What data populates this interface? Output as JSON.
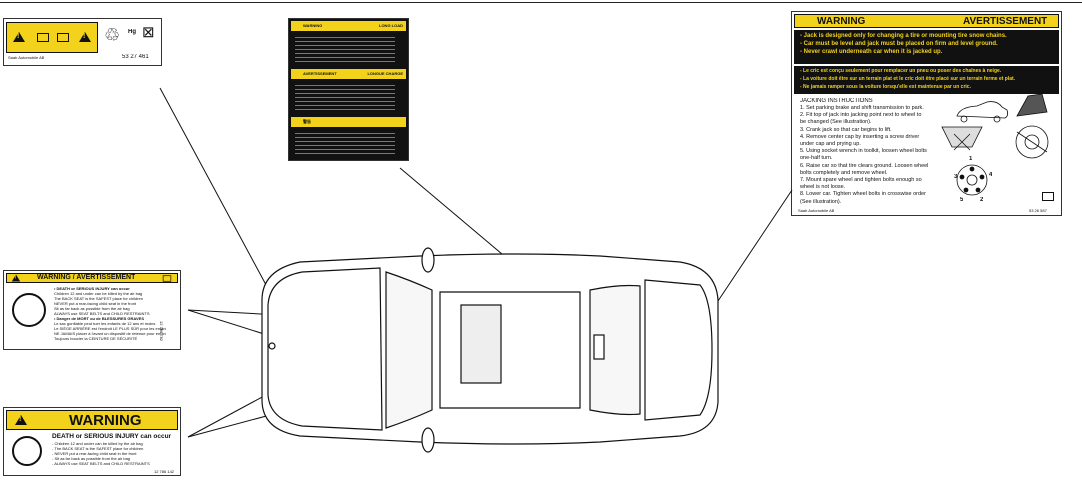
{
  "hazard_label": {
    "company": "Saab Automobile AB",
    "part_no": "53 27 461",
    "hg": "Hg"
  },
  "load_label": {
    "warning": "WARNING",
    "long_load": "LONG LOAD",
    "avertissement": "AVERTISSEMENT",
    "longue_charge": "LONGUE CHARGE",
    "jp_title": "警告"
  },
  "jack_label": {
    "warning": "WARNING",
    "avertissement": "AVERTISSEMENT",
    "en_lines": [
      "- Jack is designed only for changing a tire or mounting tire snow chains.",
      "- Car must be level and jack must be placed on firm and level ground.",
      "- Never crawl underneath car when it is jacked up."
    ],
    "fr_lines": [
      "- Le cric est conçu seulement pour remplacer un pneu ou poser des chaînes à neige.",
      "- La voiture doit être sur un terrain plat et le cric doit être placé sur un terrain ferme et plat.",
      "- Ne jamais ramper sous la voiture lorsqu'elle est maintenue par un cric."
    ],
    "instructions_title": "JACKING INSTRUCTIONS",
    "steps": [
      "1. Set parking brake and shift transmission to park.",
      "2. Fit top of jack into jacking point next to wheel to",
      "    be changed (See illustration).",
      "3. Crank jack so that car begins to lift.",
      "4. Remove center cap by inserting a screw driver",
      "    under cap and prying up.",
      "5. Using socket wrench in toolkit, loosen wheel bolts",
      "    one-half turn.",
      "6. Raise car so that tire clears ground. Loosen wheel",
      "    bolts completely and remove wheel.",
      "7. Mount spare wheel and tighten bolts enough so",
      "    wheel is not loose.",
      "8. Lower car. Tighten wheel bolts in crosswise order",
      "    (See illustration)."
    ],
    "bolt_numbers": [
      "1",
      "2",
      "3",
      "4",
      "5"
    ],
    "company": "Saab Automobile AB",
    "part_no": "53 26 587"
  },
  "airbag_bilingual": {
    "title": "WARNING / AVERTISSEMENT",
    "en_head": "• DEATH or SERIOUS INJURY can occur",
    "en_lines": [
      "Children 12 and under can be killed by the air bag",
      "The BACK SEAT is the SAFEST place for children",
      "NEVER put a rear-facing child seat in the front",
      "Sit as far back as possible from the air bag",
      "ALWAYS use SEAT BELTS and CHILD RESTRAINTS"
    ],
    "fr_head": "• Danger de MORT ou de BLESSURES GRAVES",
    "fr_lines": [
      "Le sac gonflable peut tuer les enfants de 12 ans et moins",
      "Le SIÈGE ARRIÈRE est l'endroit LE PLUS SÛR pour les enfants",
      "NE JAMAIS placer à l'avant un dispositif de retenue pour enfant",
      "Toujours boucler la CEINTURE DE SÉCURITÉ"
    ],
    "part_no": "12 786 782"
  },
  "airbag_en": {
    "title": "WARNING",
    "head": "DEATH or SERIOUS INJURY can occur",
    "lines": [
      "- Children 12 and under can be killed by the air bag",
      "- The BACK SEAT is the SAFEST place for children",
      "- NEVER put a rear-facing child seat in the front",
      "- Sit as far back as possible from the air bag",
      "- ALWAYS use SEAT BELTS and CHILD RESTRAINTS"
    ],
    "part_no": "12 786 142"
  }
}
